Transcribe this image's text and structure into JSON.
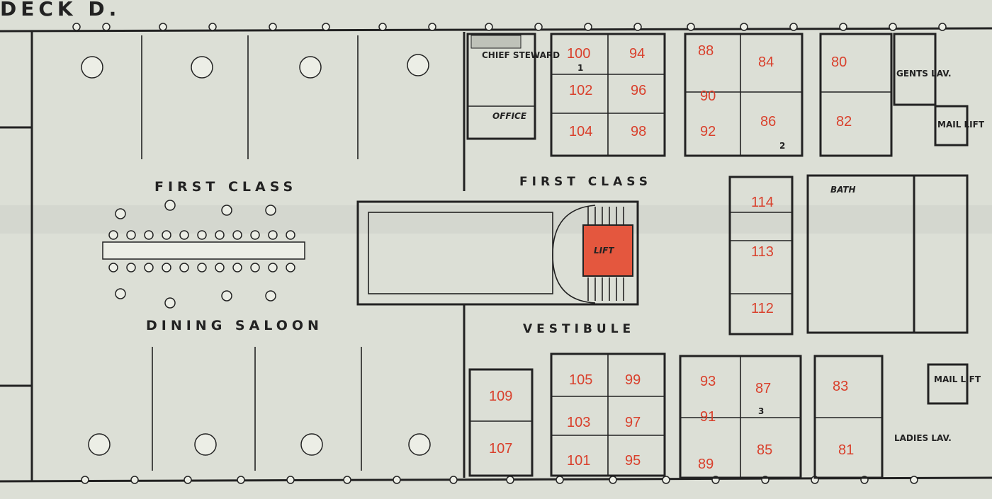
{
  "plan": {
    "deck_title": "DECK D.",
    "labels": {
      "first_class_saloon": "FIRST CLASS",
      "dining_saloon": "DINING SALOON",
      "first_class_vestibule": "FIRST CLASS",
      "vestibule": "VESTIBULE",
      "lift": "LIFT",
      "chief_steward": "CHIEF STEWARD",
      "office": "OFFICE",
      "gents_lav": "GENTS LAV.",
      "ladies_lav": "LADIES LAV.",
      "mail_lift_top": "MAIL LIFT",
      "mail_lift_bottom": "MAIL LIFT",
      "bath": "BATH"
    },
    "cabins_top": [
      "100",
      "94",
      "102",
      "96",
      "104",
      "98",
      "88",
      "84",
      "90",
      "86",
      "92",
      "80",
      "82"
    ],
    "cabins_mid": [
      "114",
      "113",
      "112"
    ],
    "cabins_bottom": [
      "105",
      "99",
      "103",
      "97",
      "101",
      "95",
      "109",
      "107",
      "93",
      "87",
      "91",
      "89",
      "85",
      "83",
      "81"
    ],
    "berth_marks": [
      "1",
      "2",
      "3"
    ],
    "colors": {
      "paper": "#d9dcd3",
      "ink": "#222222",
      "cabin_number": "#d9402c",
      "lift": "#e4573e"
    }
  }
}
